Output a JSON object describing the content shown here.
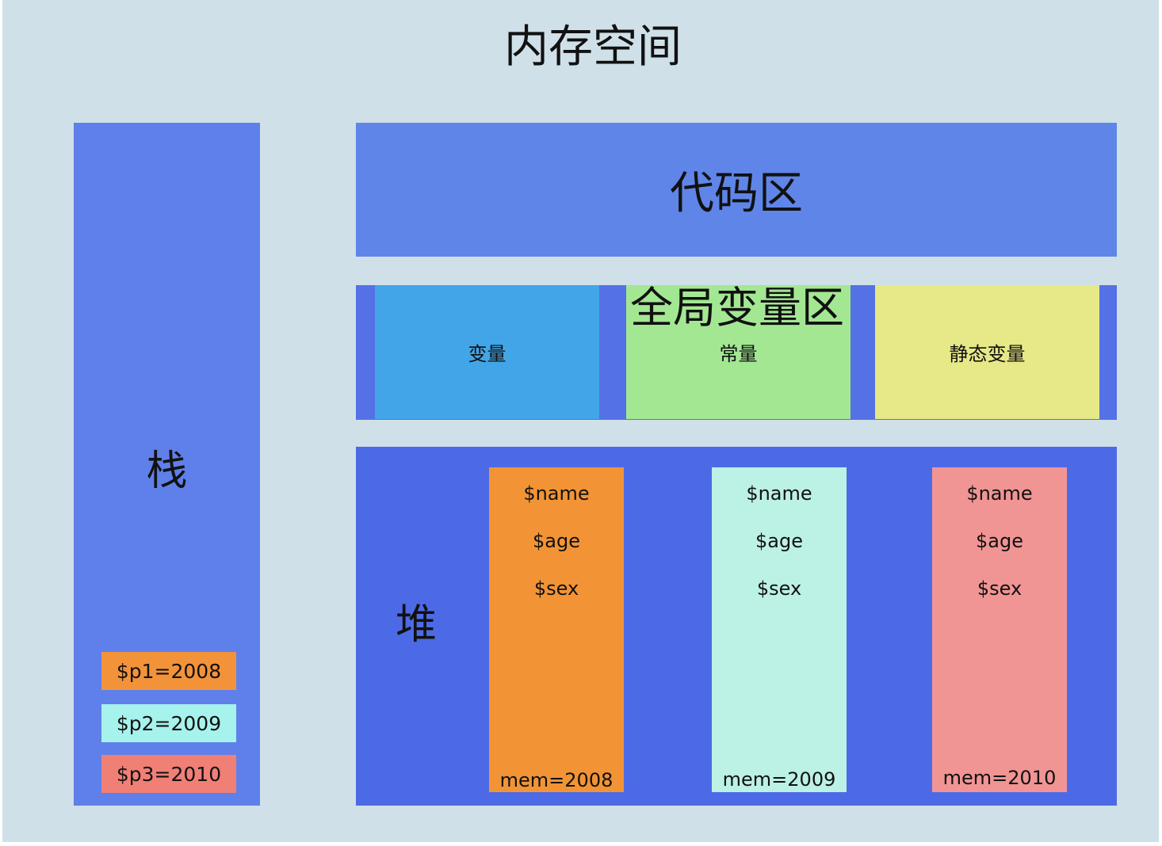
{
  "title": "内存空间",
  "stack": {
    "label": "栈",
    "items": [
      {
        "label": "$p1=2008",
        "color": "#f2933a"
      },
      {
        "label": "$p2=2009",
        "color": "#a6f2ec"
      },
      {
        "label": "$p3=2010",
        "color": "#f07f76"
      }
    ]
  },
  "code_area": {
    "label": "代码区"
  },
  "global_area": {
    "label": "全局变量区",
    "boxes": [
      {
        "label": "变量",
        "color": "#42a5e8"
      },
      {
        "label": "常量",
        "color": "#a3e793"
      },
      {
        "label": "静态变量",
        "color": "#e7e887"
      }
    ]
  },
  "heap": {
    "label": "堆",
    "objects": [
      {
        "fields": [
          "$name",
          "$age",
          "$sex"
        ],
        "mem": "mem=2008",
        "color": "#f29435"
      },
      {
        "fields": [
          "$name",
          "$age",
          "$sex"
        ],
        "mem": "mem=2009",
        "color": "#bcf1e5"
      },
      {
        "fields": [
          "$name",
          "$age",
          "$sex"
        ],
        "mem": "mem=2010",
        "color": "#f19494"
      }
    ]
  },
  "colors": {
    "background": "#cfe0e8",
    "stack": "#5f80ea",
    "code_area": "#5f85e8",
    "global_area": "#5571e6",
    "heap": "#4d6ae6"
  }
}
